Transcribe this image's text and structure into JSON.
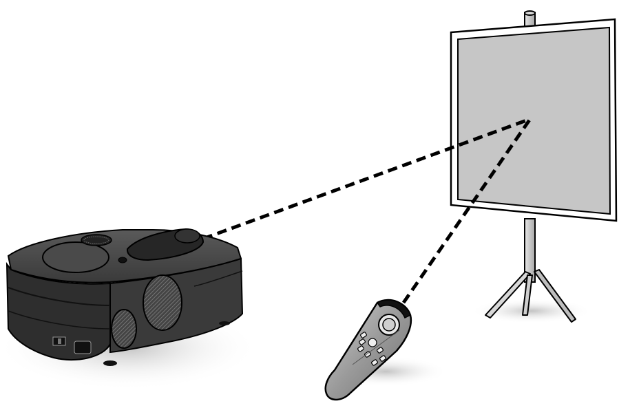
{
  "illustration": {
    "subjects": [
      "projector",
      "remote-control",
      "projection-screen"
    ],
    "colors": {
      "projector_body": "#3a3a3a",
      "projector_top": "#4a4a4a",
      "projector_dark": "#1c1c1c",
      "screen_surface": "#c6c6c6",
      "screen_frame": "#ffffff",
      "stand": "#bdbdbd",
      "remote_body": "#9a9a9a",
      "shadow": "#d4d4d4",
      "beam": "#000000"
    }
  }
}
